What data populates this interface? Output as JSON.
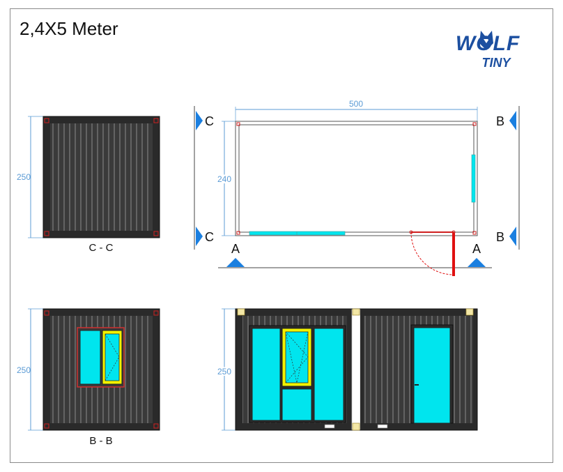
{
  "title": "2,4X5 Meter",
  "logo": {
    "line1": "WOLF",
    "line2": "TINY",
    "color": "#1c4fa0"
  },
  "colors": {
    "wall": "#3a3a3a",
    "frame": "#2a2a2a",
    "glass": "#00e5ee",
    "highlight": "#f2f200",
    "dimension": "#5b9bd5",
    "door_swing": "#e01010",
    "arrow": "#1a7fe0"
  },
  "plan": {
    "width_label": "500",
    "depth_label": "240",
    "section_c_label": "C",
    "section_b_label": "B",
    "section_a_label": "A"
  },
  "section_cc": {
    "height_label": "250",
    "caption": "C - C"
  },
  "section_bb": {
    "height_label": "250",
    "caption": "B - B"
  },
  "front_view": {
    "height_label": "250"
  }
}
